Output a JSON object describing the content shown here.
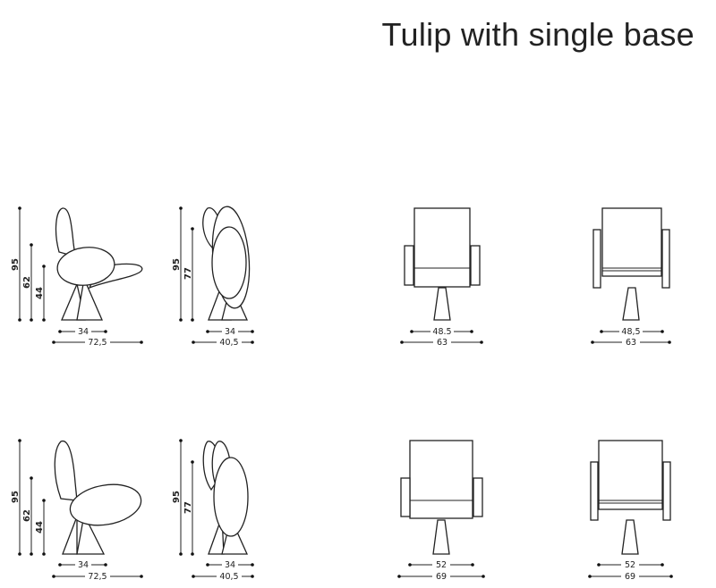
{
  "title": "Tulip with single base",
  "rows": [
    {
      "side": {
        "heights": [
          "95",
          "62",
          "44"
        ],
        "widths": [
          "34",
          "72,5"
        ]
      },
      "back": {
        "heights": [
          "95",
          "77"
        ],
        "widths": [
          "34",
          "40,5"
        ]
      },
      "front_a": {
        "widths": [
          "48.5",
          "63"
        ]
      },
      "front_b": {
        "widths": [
          "48,5",
          "63"
        ]
      }
    },
    {
      "side": {
        "heights": [
          "95",
          "62",
          "44"
        ],
        "widths": [
          "34",
          "72,5"
        ]
      },
      "back": {
        "heights": [
          "95",
          "77"
        ],
        "widths": [
          "34",
          "40,5"
        ]
      },
      "front_a": {
        "widths": [
          "52",
          "69"
        ]
      },
      "front_b": {
        "widths": [
          "52",
          "69"
        ]
      }
    }
  ]
}
